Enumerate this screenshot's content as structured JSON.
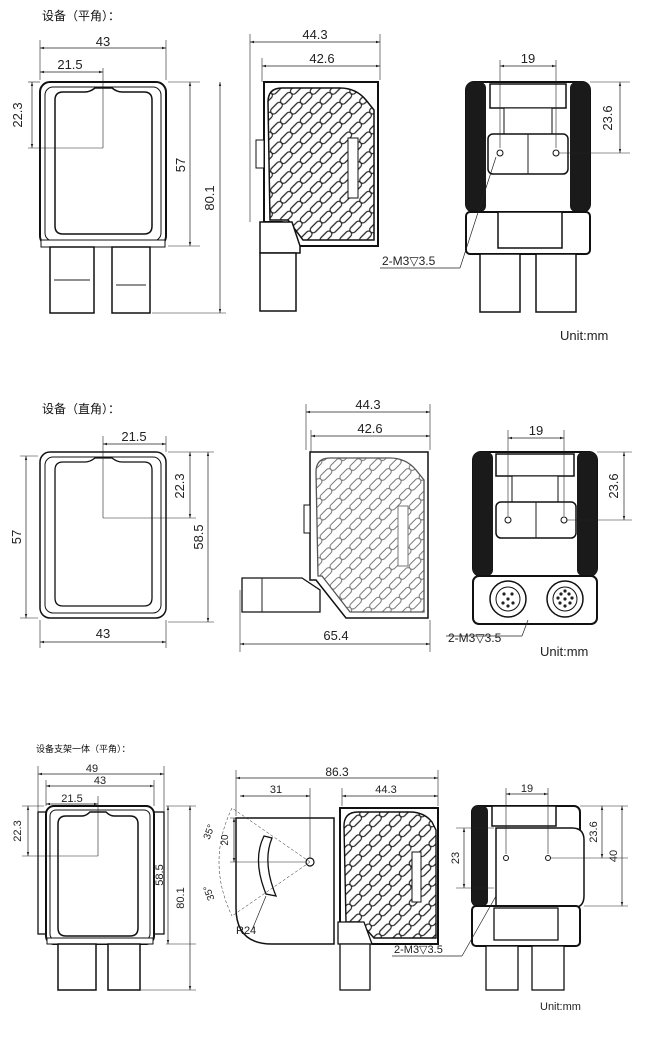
{
  "unit": "Unit:mm",
  "sections": [
    {
      "title": "设备（平角）：",
      "front": {
        "width": "43",
        "lens_offset": "21.5",
        "lens_height": "22.3",
        "body_height": "57",
        "total_height": "80.1"
      },
      "side": {
        "depth_outer": "44.3",
        "depth_inner": "42.6"
      },
      "back": {
        "hole_spacing": "19",
        "hole_height": "23.6",
        "thread": "2-M3▽3.5"
      }
    },
    {
      "title": "设备（直角）：",
      "front": {
        "lens_offset": "21.5",
        "lens_height": "22.3",
        "body_height": "57",
        "total_height": "58.5",
        "width": "43"
      },
      "side": {
        "depth_outer": "44.3",
        "depth_inner": "42.6",
        "total_depth": "65.4"
      },
      "back": {
        "hole_spacing": "19",
        "hole_height": "23.6",
        "thread": "2-M3▽3.5"
      }
    },
    {
      "title": "设备支架一体（平角）：",
      "front": {
        "bracket_width": "49",
        "width": "43",
        "lens_offset": "21.5",
        "lens_height": "22.3",
        "body_height": "58.5",
        "total_height": "80.1"
      },
      "side": {
        "total_depth": "86.3",
        "bracket_depth": "31",
        "body_depth": "44.3",
        "angle_top": "35°",
        "angle_bottom": "35°",
        "slot_height": "20",
        "radius": "R24"
      },
      "back": {
        "hole_spacing": "19",
        "hole_height": "23.6",
        "bracket_hole_height": "23",
        "bracket_height": "40",
        "thread": "2-M3▽3.5"
      }
    }
  ]
}
